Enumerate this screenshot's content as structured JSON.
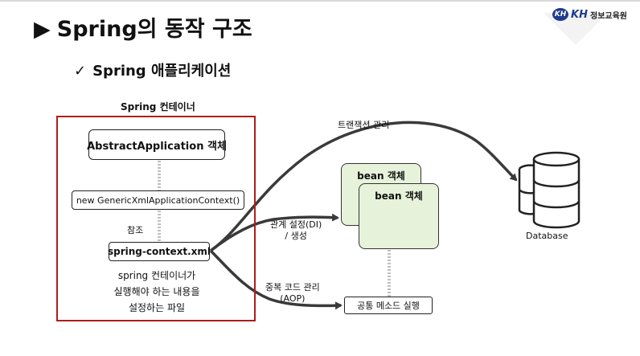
{
  "header": {
    "title": "Spring의 동작 구조",
    "title_marker": "▶",
    "subtitle": "Spring 애플리케이션",
    "subtitle_marker": "✓",
    "logo_mark": "KH",
    "logo_text": "KH",
    "logo_org": "정보교육원"
  },
  "diagram": {
    "container_label": "Spring 컨테이너",
    "abstract_box": "AbstractApplication 객체",
    "new_context_box": "new GenericXmlApplicationContext()",
    "reference_label": "참조",
    "config_file_box": "spring-context.xml",
    "config_description": [
      "spring 컨테이너가",
      "실행해야 하는 내용을",
      "설정하는 파일"
    ],
    "transaction_label": "트랜잭션 관리",
    "relation_label": [
      "관계 설정(DI)",
      "/ 생성"
    ],
    "aop_label": [
      "중복 코드 관리",
      "(AOP)"
    ],
    "bean_back": "bean 객체",
    "bean_front": "bean 객체",
    "common_method_box": "공통 메소드 실행",
    "database_label": "Database"
  },
  "colors": {
    "container_border": "#b11c1c",
    "bean_fill": "#e6f2da",
    "arrow": "#3a3a3a",
    "dotted": "#bfbfbf",
    "logo": "#1f3b8e"
  }
}
